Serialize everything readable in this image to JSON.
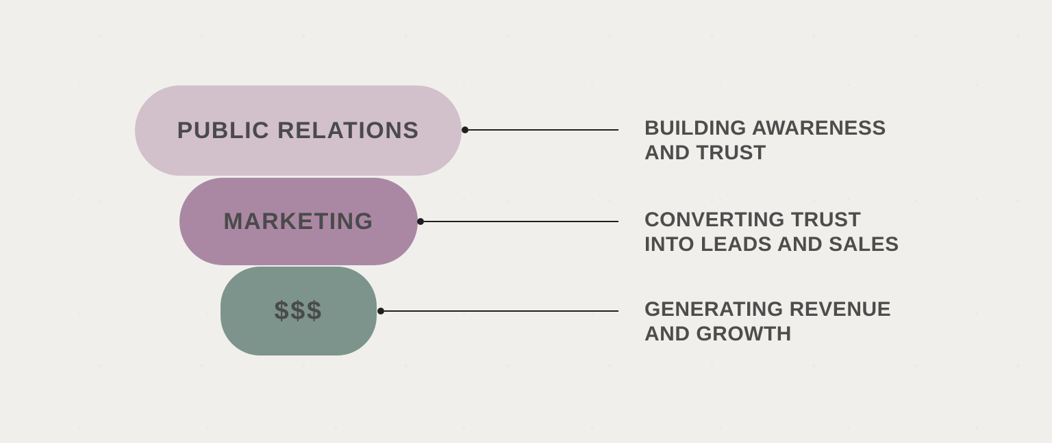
{
  "page": {
    "background_color": "#f0efec",
    "text_color": "#4d4d4d",
    "connector_color": "#1f1f1f"
  },
  "funnel": {
    "stages": [
      {
        "label": "PUBLIC RELATIONS",
        "fill_color": "#d2c0cb",
        "description_line1": "BUILDING AWARENESS",
        "description_line2": "AND TRUST"
      },
      {
        "label": "MARKETING",
        "fill_color": "#aa88a4",
        "description_line1": "CONVERTING TRUST",
        "description_line2": "INTO LEADS AND SALES"
      },
      {
        "label": "$$$",
        "fill_color": "#7c948c",
        "description_line1": "GENERATING REVENUE",
        "description_line2": "AND GROWTH"
      }
    ]
  }
}
